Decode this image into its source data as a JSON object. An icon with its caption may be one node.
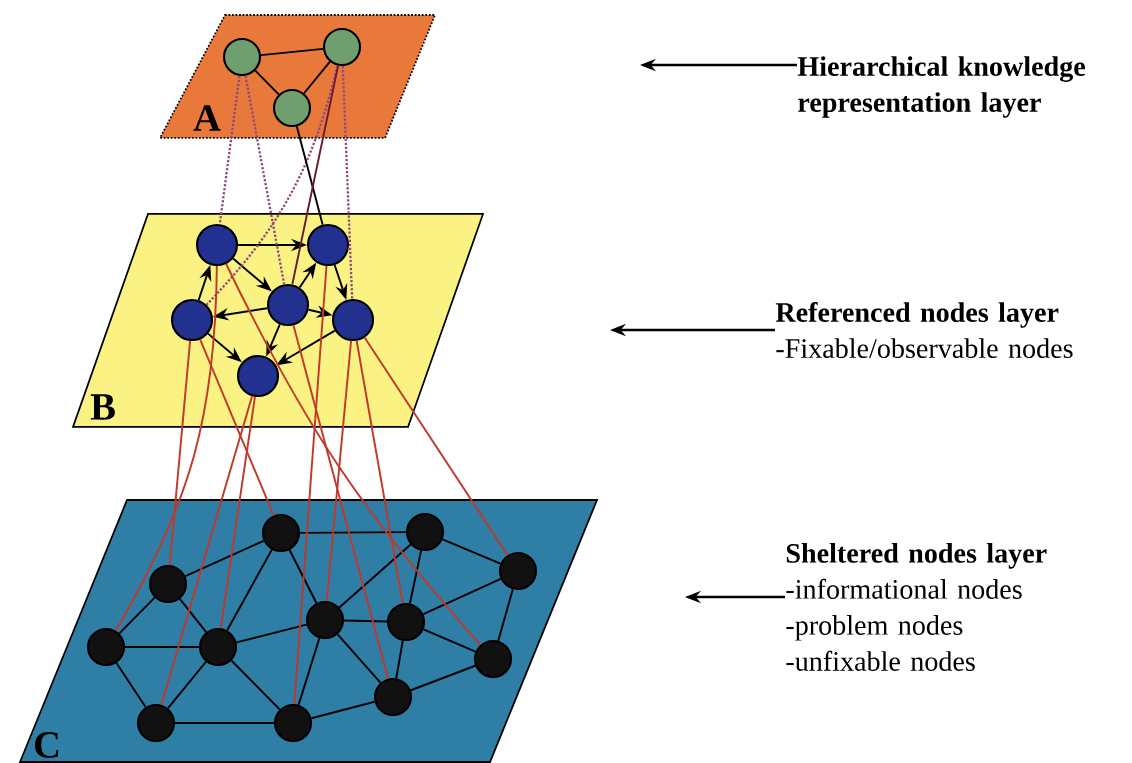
{
  "diagram": {
    "nodes": [
      {
        "text": [
          "A"
        ]
      },
      {
        "text": [],
        "shape": "circle",
        "in": 0
      },
      {
        "text": [],
        "shape": "circle",
        "in": 0
      },
      {
        "text": [],
        "shape": "circle",
        "in": 0
      },
      {
        "text": [
          "Hierarchical knowledge representation layer"
        ]
      },
      {
        "text": [
          "B"
        ]
      },
      {
        "text": [],
        "shape": "circle",
        "in": 5
      },
      {
        "text": [],
        "shape": "circle",
        "in": 5
      },
      {
        "text": [],
        "shape": "circle",
        "in": 5
      },
      {
        "text": [],
        "shape": "circle",
        "in": 5
      },
      {
        "text": [],
        "shape": "circle",
        "in": 5
      },
      {
        "text": [],
        "shape": "circle",
        "in": 5
      },
      {
        "text": [
          "Referenced nodes layer",
          "-Fixable/observable nodes"
        ]
      },
      {
        "text": [
          "C"
        ]
      },
      {
        "text": [],
        "shape": "circle",
        "in": 13
      },
      {
        "text": [],
        "shape": "circle",
        "in": 13
      },
      {
        "text": [],
        "shape": "circle",
        "in": 13
      },
      {
        "text": [],
        "shape": "circle",
        "in": 13
      },
      {
        "text": [],
        "shape": "circle",
        "in": 13
      },
      {
        "text": [],
        "shape": "circle",
        "in": 13
      },
      {
        "text": [],
        "shape": "circle",
        "in": 13
      },
      {
        "text": [],
        "shape": "circle",
        "in": 13
      },
      {
        "text": [],
        "shape": "circle",
        "in": 13
      },
      {
        "text": [],
        "shape": "circle",
        "in": 13
      },
      {
        "text": [],
        "shape": "circle",
        "in": 13
      },
      {
        "text": [],
        "shape": "circle",
        "in": 13
      },
      {
        "text": [
          "Sheltered nodes layer",
          "-informational nodes",
          "-problem nodes",
          "-unfixable nodes"
        ]
      }
    ],
    "edges": [
      {
        "from": 1,
        "to": 2,
        "arrow": "none"
      },
      {
        "from": 1,
        "to": 3,
        "arrow": "none"
      },
      {
        "from": 2,
        "to": 3,
        "arrow": "none"
      },
      {
        "from": 6,
        "to": 7,
        "arrow": "to"
      },
      {
        "from": 6,
        "to": 9,
        "arrow": "to"
      },
      {
        "from": 9,
        "to": 7,
        "arrow": "to"
      },
      {
        "from": 7,
        "to": 10,
        "arrow": "to"
      },
      {
        "from": 8,
        "to": 6,
        "arrow": "to"
      },
      {
        "from": 9,
        "to": 8,
        "arrow": "to"
      },
      {
        "from": 9,
        "to": 10,
        "arrow": "to"
      },
      {
        "from": 8,
        "to": 11,
        "arrow": "to"
      },
      {
        "from": 10,
        "to": 11,
        "arrow": "to"
      },
      {
        "from": 9,
        "to": 11,
        "arrow": "to"
      },
      {
        "from": 14,
        "to": 15,
        "arrow": "none"
      },
      {
        "from": 14,
        "to": 17,
        "arrow": "none"
      },
      {
        "from": 14,
        "to": 21,
        "arrow": "none"
      },
      {
        "from": 14,
        "to": 18,
        "arrow": "none"
      },
      {
        "from": 15,
        "to": 18,
        "arrow": "none"
      },
      {
        "from": 15,
        "to": 19,
        "arrow": "none"
      },
      {
        "from": 15,
        "to": 16,
        "arrow": "none"
      },
      {
        "from": 17,
        "to": 20,
        "arrow": "none"
      },
      {
        "from": 17,
        "to": 21,
        "arrow": "none"
      },
      {
        "from": 20,
        "to": 21,
        "arrow": "none"
      },
      {
        "from": 20,
        "to": 24,
        "arrow": "none"
      },
      {
        "from": 21,
        "to": 24,
        "arrow": "none"
      },
      {
        "from": 21,
        "to": 18,
        "arrow": "none"
      },
      {
        "from": 21,
        "to": 25,
        "arrow": "none"
      },
      {
        "from": 18,
        "to": 19,
        "arrow": "none"
      },
      {
        "from": 18,
        "to": 25,
        "arrow": "none"
      },
      {
        "from": 18,
        "to": 23,
        "arrow": "none"
      },
      {
        "from": 19,
        "to": 16,
        "arrow": "none"
      },
      {
        "from": 19,
        "to": 22,
        "arrow": "none"
      },
      {
        "from": 19,
        "to": 23,
        "arrow": "none"
      },
      {
        "from": 16,
        "to": 22,
        "arrow": "none"
      },
      {
        "from": 22,
        "to": 23,
        "arrow": "none"
      },
      {
        "from": 24,
        "to": 25,
        "arrow": "none"
      },
      {
        "from": 25,
        "to": 23,
        "arrow": "none"
      },
      {
        "from": 1,
        "to": 6,
        "arrow": "none",
        "style": "dashed",
        "color": "#8e4a7e"
      },
      {
        "from": 1,
        "to": 9,
        "arrow": "none",
        "style": "dashed",
        "color": "#8e4a7e"
      },
      {
        "from": 2,
        "to": 8,
        "arrow": "none",
        "style": "dashed",
        "color": "#8e4a7e"
      },
      {
        "from": 2,
        "to": 10,
        "arrow": "none",
        "style": "dashed",
        "color": "#8e4a7e"
      },
      {
        "from": 3,
        "to": 7,
        "arrow": "none"
      },
      {
        "from": 2,
        "to": 9,
        "arrow": "none",
        "color": "#6a1b2b"
      },
      {
        "from": 6,
        "to": 20,
        "arrow": "none",
        "color": "#c0392b"
      },
      {
        "from": 6,
        "to": 22,
        "arrow": "none",
        "color": "#c0392b"
      },
      {
        "from": 8,
        "to": 17,
        "arrow": "none",
        "color": "#c0392b"
      },
      {
        "from": 8,
        "to": 14,
        "arrow": "none",
        "color": "#c0392b"
      },
      {
        "from": 11,
        "to": 24,
        "arrow": "none",
        "color": "#c0392b"
      },
      {
        "from": 11,
        "to": 21,
        "arrow": "none",
        "color": "#c0392b"
      },
      {
        "from": 7,
        "to": 25,
        "arrow": "none",
        "color": "#c0392b"
      },
      {
        "from": 10,
        "to": 18,
        "arrow": "none",
        "color": "#c0392b"
      },
      {
        "from": 9,
        "to": 23,
        "arrow": "none",
        "color": "#c0392b"
      },
      {
        "from": 10,
        "to": 19,
        "arrow": "none",
        "color": "#c0392b"
      },
      {
        "from": 10,
        "to": 16,
        "arrow": "none",
        "color": "#c0392b"
      },
      {
        "from": 4,
        "to": null,
        "arrow": "to"
      },
      {
        "from": 12,
        "to": null,
        "arrow": "to"
      },
      {
        "from": 26,
        "to": null,
        "arrow": "to"
      }
    ]
  }
}
